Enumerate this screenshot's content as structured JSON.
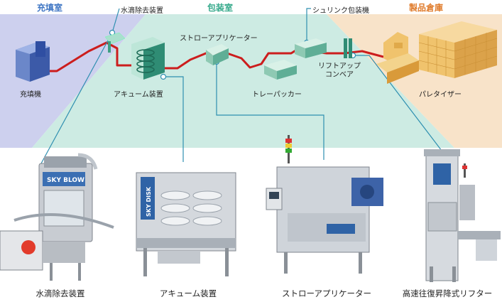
{
  "rooms": {
    "filling": "充填室",
    "packaging": "包装室",
    "warehouse": "製品倉庫"
  },
  "labels": {
    "droplet_remover": "水滴除去装置",
    "straw_applicator": "ストローアプリケーター",
    "shrink_packer": "シュリンク包装機",
    "filler": "充填機",
    "accumulator": "アキューム装置",
    "tray_packer": "トレーパッカー",
    "lift_conveyor": [
      "リフトアップ",
      "コンベア"
    ],
    "palletizer": "パレタイザー"
  },
  "captions": [
    "水滴除去装置",
    "アキューム装置",
    "ストローアプリケーター",
    "高速往復昇降式リフター"
  ],
  "machine_brands": [
    "SKY BLOW",
    "SKY DISK"
  ],
  "colors": {
    "filling_zone": "#cdd0ee",
    "packaging_zone": "#cdebe3",
    "warehouse_zone": "#f8e3c9",
    "room_filling_text": "#3f76c4",
    "room_packaging_text": "#35a98b",
    "room_warehouse_text": "#e07d2e",
    "conveyor_line": "#cc1d1d",
    "leader_line": "#2e8fb0"
  }
}
